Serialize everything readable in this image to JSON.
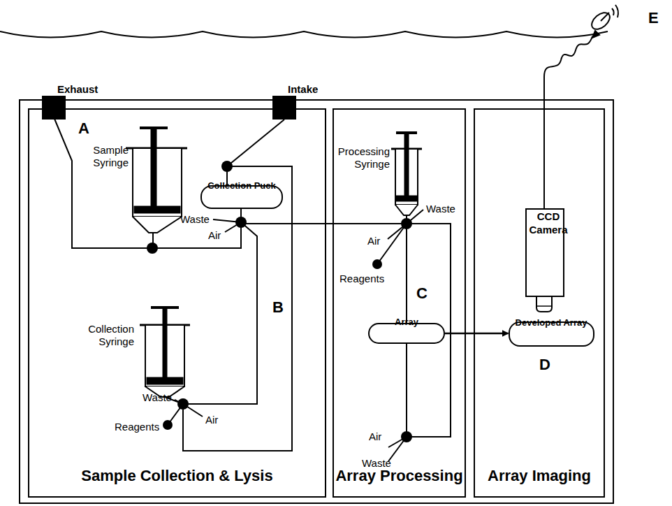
{
  "diagram": {
    "nodes": [
      {
        "text": [
          "Sample Collection & Lysis"
        ]
      },
      {
        "text": [
          "Array Processing"
        ]
      },
      {
        "text": [
          "Array Imaging"
        ]
      },
      {
        "text": [
          "Exhaust"
        ],
        "in": 0
      },
      {
        "text": [
          "Intake"
        ],
        "in": 0
      },
      {
        "text": [
          "Collection Puck"
        ],
        "in": 0
      },
      {
        "text": [
          "Array"
        ],
        "in": 1
      },
      {
        "text": [
          "CCD Camera"
        ],
        "in": 2
      },
      {
        "text": [
          "Developed Array"
        ],
        "in": 2
      }
    ],
    "edges": [
      {
        "from": 4,
        "to": 5,
        "arrow": "none"
      },
      {
        "from": 5,
        "to": 6,
        "arrow": "none"
      },
      {
        "from": 6,
        "to": 8,
        "arrow": "to"
      }
    ],
    "labels": [
      "A",
      "Sample Syringe",
      "Waste",
      "Air",
      "B",
      "Collection Syringe",
      "Waste",
      "Reagents",
      "Air",
      "Processing Syringe",
      "Waste",
      "Air",
      "Reagents",
      "C",
      "Air",
      "Waste",
      "D",
      "E"
    ]
  }
}
